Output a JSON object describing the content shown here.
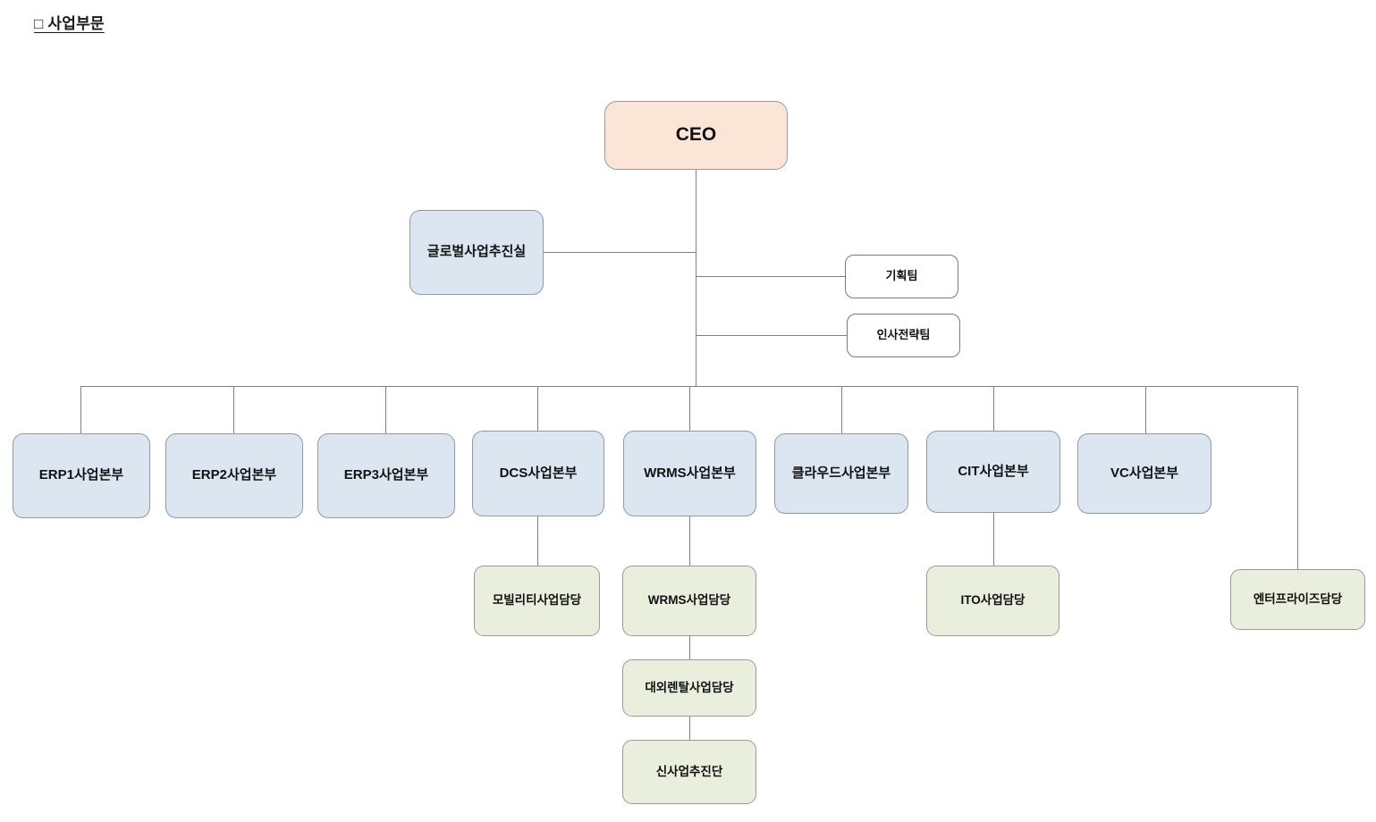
{
  "page": {
    "title": "□ 사업부문",
    "chart_type": "org-chart"
  },
  "colors": {
    "ceo_fill": "#fbe5d6",
    "unit_fill": "#dce6f1",
    "team_fill": "#ffffff",
    "dept_fill": "#e9eedd",
    "connector": "#808080",
    "border": "#8f8f8f",
    "text": "#111111",
    "background": "#ffffff"
  },
  "org": {
    "ceo": {
      "label": "CEO"
    },
    "staff_left": [
      {
        "label": "글로벌사업추진실"
      }
    ],
    "staff_right": [
      {
        "label": "기획팀"
      },
      {
        "label": "인사전략팀"
      }
    ],
    "divisions": [
      {
        "label": "ERP1사업본부",
        "children": []
      },
      {
        "label": "ERP2사업본부",
        "children": []
      },
      {
        "label": "ERP3사업본부",
        "children": []
      },
      {
        "label": "DCS사업본부",
        "children": [
          "모빌리티사업담당"
        ]
      },
      {
        "label": "WRMS사업본부",
        "children": [
          "WRMS사업담당",
          "대외렌탈사업담당",
          "신사업추진단"
        ]
      },
      {
        "label": "클라우드사업본부",
        "children": []
      },
      {
        "label": "CIT사업본부",
        "children": [
          "ITO사업담당"
        ]
      },
      {
        "label": "VC사업본부",
        "children": []
      }
    ],
    "standalone_departments": [
      {
        "label": "엔터프라이즈담당"
      }
    ],
    "departments": {
      "mobility": "모빌리티사업담당",
      "wrms": "WRMS사업담당",
      "rental": "대외렌탈사업담당",
      "newbiz": "신사업추진단",
      "ito": "ITO사업담당",
      "enterprise": "엔터프라이즈담당"
    }
  }
}
